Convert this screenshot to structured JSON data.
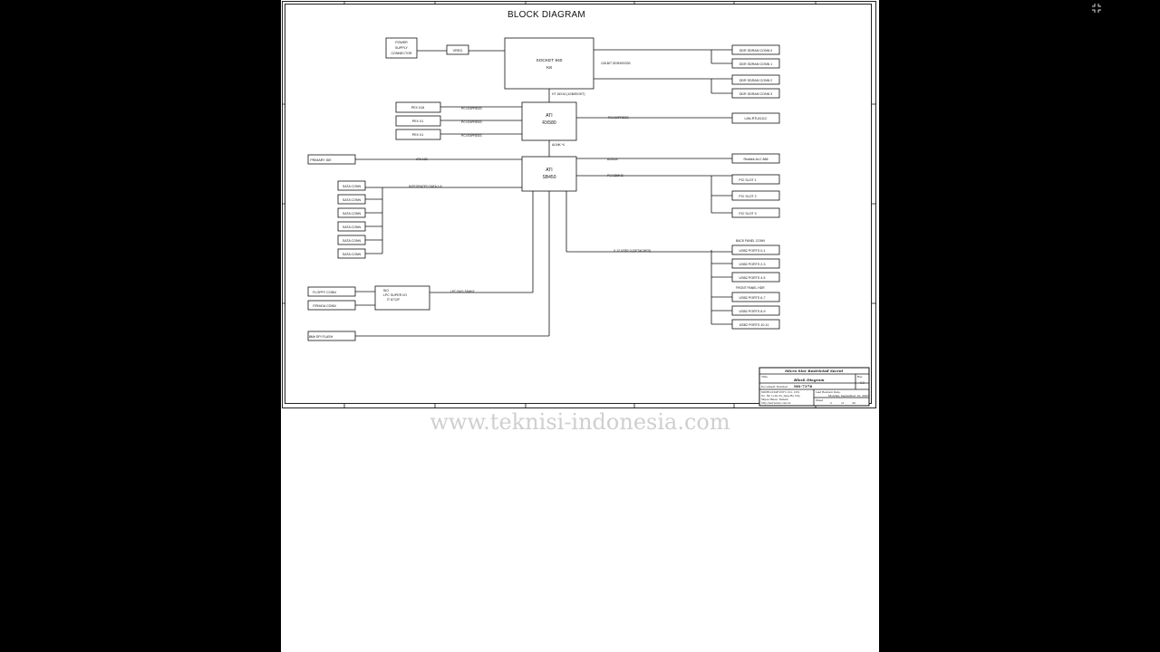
{
  "title": "BLOCK DIAGRAM",
  "watermark": "www.teknisi-indonesia.com",
  "blocks": {
    "power": [
      "POWER",
      "SUPPLY",
      "CONNECTOR"
    ],
    "vreg": "VREG",
    "cpu": [
      "SOCKET 940",
      "K8"
    ],
    "ddr_a2": "DDR SDRAM CONN 0",
    "ddr_a1": "DDR SDRAM CONN 1",
    "ddr_b2": "DDR SDRAM CONN 2",
    "ddr_b1": "DDR SDRAM CONN 3",
    "pex16": "PEX X16",
    "pex1a": "PEX X1",
    "pex1b": "PEX X1",
    "northbridge": [
      "ATI",
      "RX580"
    ],
    "lan": "LAN-RTL8111C",
    "primary_ide": "PRIMARY IDE",
    "southbridge": [
      "ATI",
      "SB450"
    ],
    "audio": "Realtek ALC 888",
    "pci1": "PCI SLOT 1",
    "pci2": "PCI SLOT 2",
    "pci3": "PCI SLOT 3",
    "sata": [
      "SATA CONN",
      "SATA CONN",
      "SATA CONN",
      "SATA CONN",
      "SATA CONN",
      "SATA CONN"
    ],
    "floppy": "FLOPPY CONN",
    "fir": "FIR/IrDA CONN",
    "sio": [
      "SIO",
      "LPC SUPER I/O",
      "IT 8712F"
    ],
    "spi": "8Mb SPI FLASH",
    "usb_back": [
      "USB2 PORTS 0-1",
      "USB2 PORTS 2-3",
      "USB2 PORTS 4-5"
    ],
    "usb_front": [
      "USB2 PORTS 6-7",
      "USB2 PORTS 8-9",
      "USB2 PORTS 10-11"
    ]
  },
  "bus_labels": {
    "ddr": "128-BIT DDR400/333",
    "ht": "HT 16X16 (1GB/EIGHT)",
    "pcie_a": "PCI EXPRESS",
    "pcie_b": "PCI EXPRESS",
    "pcie_c": "PCI EXPRESS",
    "pcie_lan": "PCI EXPRESS",
    "alink": "ALINK *4",
    "ata": "ATA 133",
    "azalia": "AZALIA",
    "pci": "PCI 33MHZ",
    "sata": "INTEGRATED SATA 1-6",
    "usb": "X 12 USB2.0 (DETACHED)",
    "back_panel": "BACK PANEL CONN",
    "front_panel": "FRONT PANEL HDR",
    "lpc": "LPC BUS 33MHZ"
  },
  "title_block": {
    "company": "Micro Star Restricted Secret",
    "title_label": "Title",
    "title_value": "Block Diagram",
    "doc_label": "Document Number",
    "doc_value": "MS-7376",
    "rev_label": "Rev",
    "rev_value": "1.1",
    "address": [
      "MICRO-STAR INT'L CO., LTD.",
      "No. 69, Li-De St, Jung-He City,",
      "Taipei Hsien, Taiwan",
      "http://www.msi.com.tw"
    ],
    "date_label": "Last Revision Date:",
    "date_value": "Monday, September 10, 2007",
    "sheet_label": "Sheet",
    "sheet_value": "2",
    "of_label": "of",
    "total_value": "34"
  },
  "icons": {
    "collapse": "collapse-icon"
  }
}
